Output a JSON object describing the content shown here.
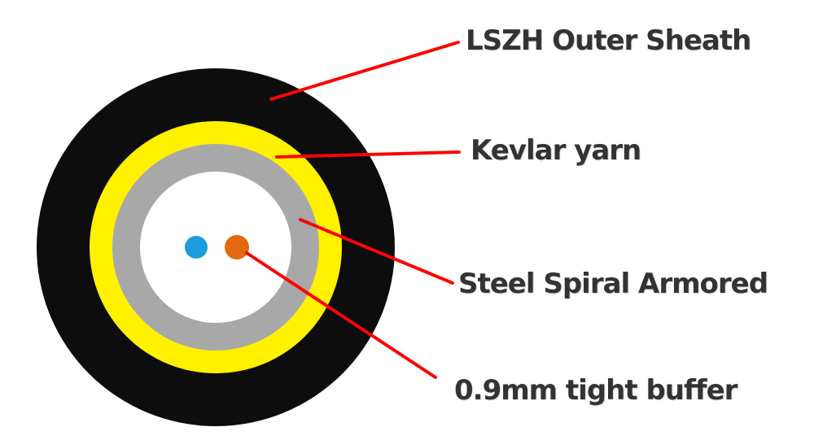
{
  "diagram": {
    "type": "cable-cross-section",
    "labels": [
      {
        "id": "lszh",
        "text": "LSZH Outer Sheath"
      },
      {
        "id": "kevlar",
        "text": "Kevlar yarn"
      },
      {
        "id": "armor",
        "text": "Steel Spiral Armored"
      },
      {
        "id": "buffer",
        "text": "0.9mm tight buffer"
      }
    ],
    "layers": [
      {
        "name": "LSZH Outer Sheath",
        "shape": "outer ring",
        "color": "#0D0D0D"
      },
      {
        "name": "Kevlar yarn",
        "shape": "ring",
        "color": "#FFF100"
      },
      {
        "name": "Steel Spiral Armored",
        "shape": "ring",
        "color": "#A8A8A8"
      },
      {
        "name": "inner core area",
        "shape": "disc",
        "color": "#FFFFFF"
      },
      {
        "name": "fiber dot blue",
        "shape": "small disc",
        "color": "#1B9DDB"
      },
      {
        "name": "0.9mm tight buffer",
        "shape": "small disc",
        "color": "#E2690F"
      }
    ],
    "colors": {
      "background": "#FFFFFF",
      "sheath_black": "#0D0D0D",
      "kevlar_yellow": "#FFF100",
      "armor_gray": "#A8A8A8",
      "core_white": "#FFFFFF",
      "fiber_blue": "#1B9DDB",
      "buffer_orange": "#E2690F",
      "leader_red": "#FA0505",
      "label_text": "#333333"
    }
  }
}
